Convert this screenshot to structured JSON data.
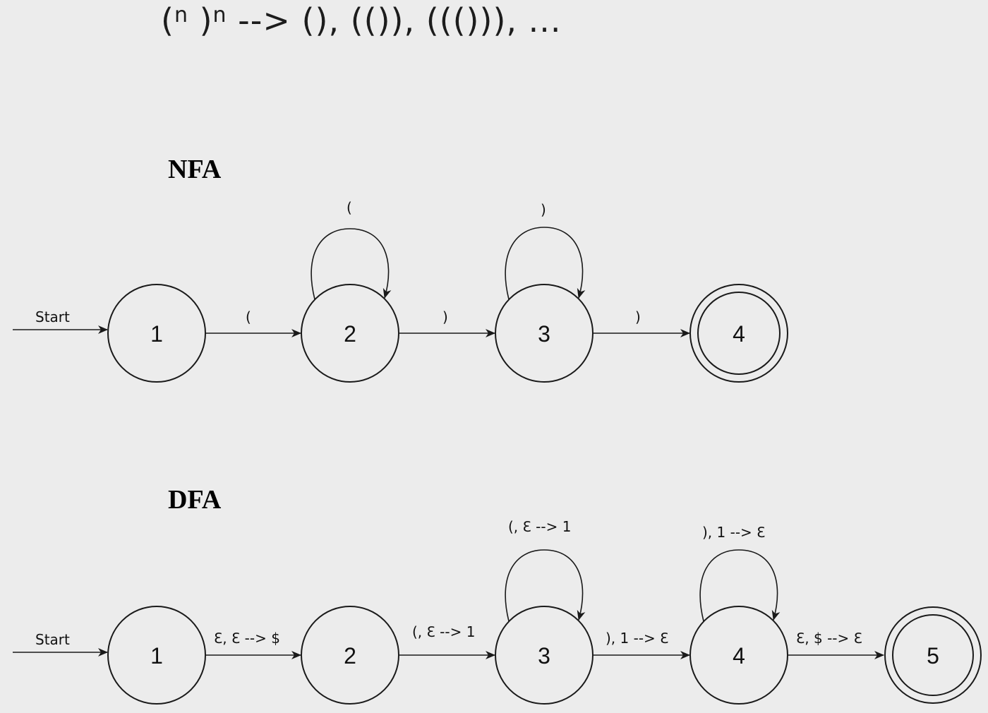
{
  "headline": {
    "open_paren": "(",
    "exp1": "n",
    "close_paren": ")",
    "exp2": "n",
    "rest": " --> (),  (()), ((())), ..."
  },
  "nfa": {
    "title": "NFA",
    "start_label": "Start",
    "states": [
      {
        "label": "1",
        "accepting": false
      },
      {
        "label": "2",
        "accepting": false
      },
      {
        "label": "3",
        "accepting": false
      },
      {
        "label": "4",
        "accepting": true
      }
    ],
    "transitions": [
      {
        "from": "1",
        "to": "2",
        "label": "("
      },
      {
        "from": "2",
        "to": "3",
        "label": ")"
      },
      {
        "from": "3",
        "to": "4",
        "label": ")"
      }
    ],
    "self_loops": [
      {
        "state": "2",
        "label": "("
      },
      {
        "state": "3",
        "label": ")"
      }
    ]
  },
  "dfa": {
    "title": "DFA",
    "start_label": "Start",
    "states": [
      {
        "label": "1",
        "accepting": false
      },
      {
        "label": "2",
        "accepting": false
      },
      {
        "label": "3",
        "accepting": false
      },
      {
        "label": "4",
        "accepting": false
      },
      {
        "label": "5",
        "accepting": true
      }
    ],
    "transitions": [
      {
        "from": "1",
        "to": "2",
        "label": "ℇ, ℇ --> $"
      },
      {
        "from": "2",
        "to": "3",
        "label": "(, ℇ --> 1"
      },
      {
        "from": "3",
        "to": "4",
        "label": "), 1 --> ℇ"
      },
      {
        "from": "4",
        "to": "5",
        "label": "ℇ, $ --> ℇ"
      }
    ],
    "self_loops": [
      {
        "state": "3",
        "label": "(, ℇ --> 1"
      },
      {
        "state": "4",
        "label": "), 1 --> ℇ"
      }
    ]
  }
}
